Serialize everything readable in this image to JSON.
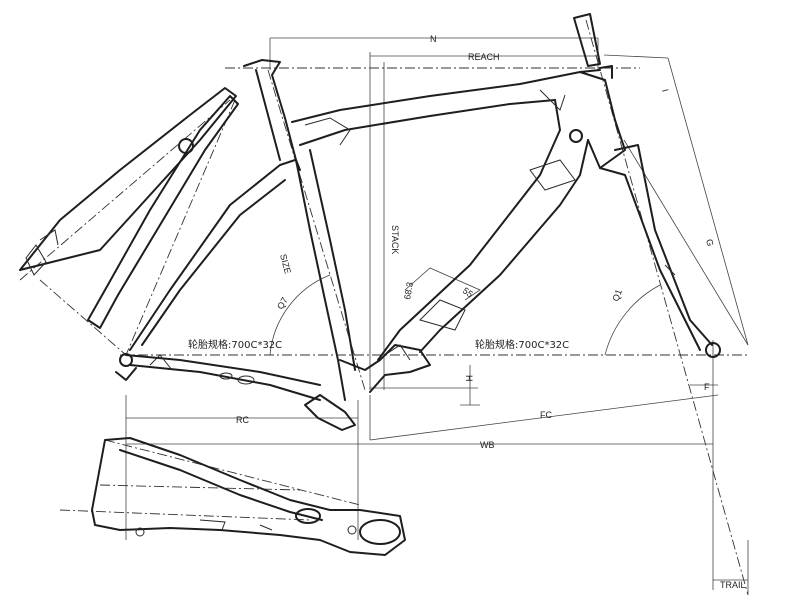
{
  "labels": {
    "n": "N",
    "reach": "REACH",
    "stack": "STACK",
    "size": "SIZE",
    "h": "H",
    "rc": "RC",
    "fc": "FC",
    "wb": "WB",
    "trail": "TRAIL",
    "i": "I",
    "g": "G",
    "f": "F",
    "q1": "Q1",
    "q7": "Q7",
    "a683": "68.3",
    "a55": "55",
    "tire_left": "轮胎规格:700C*32C",
    "tire_right": "轮胎规格:700C*32C"
  }
}
